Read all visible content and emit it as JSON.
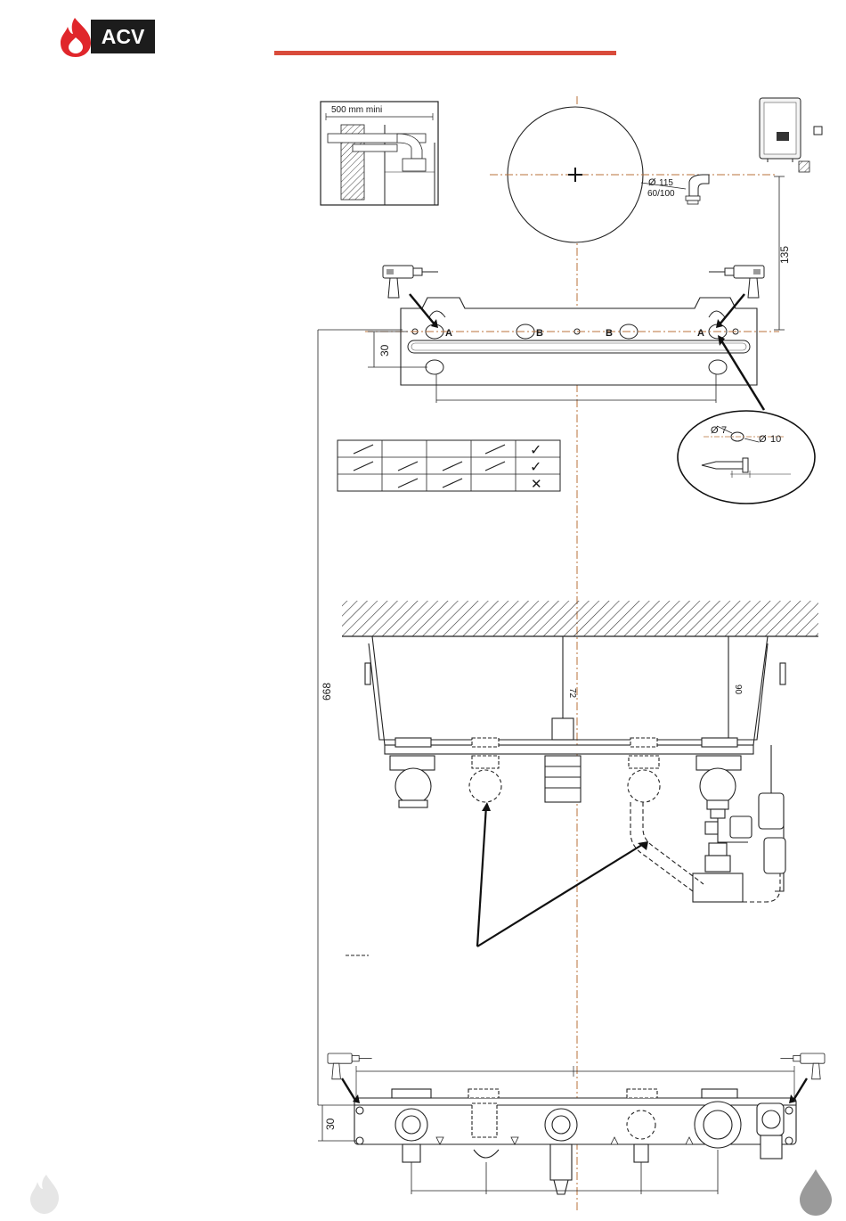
{
  "brand": {
    "name": "ACV",
    "flame_color": "#e0262b",
    "box_color": "#1c1c1c"
  },
  "header_rule_color": "#d94b3b",
  "inset": {
    "clearance_label": "500 mm mini"
  },
  "flue": {
    "diameter_outer": "115",
    "diameter_coax": "60/100",
    "diameter_symbol": "Ø"
  },
  "dimensions": {
    "vertical_135": "135",
    "bracket_offset_30": "30",
    "overall_668": "668",
    "bottom_offset_30": "30",
    "depth_72": "72",
    "depth_90": "90"
  },
  "holes": {
    "label_a": "A",
    "label_b": "B",
    "hole_7": "7",
    "hole_10": "10"
  },
  "fixing_table": {
    "rows": [
      {
        "cells": [
          "screw",
          "",
          "",
          "screw"
        ],
        "result": "✓"
      },
      {
        "cells": [
          "screw",
          "screw",
          "screw",
          "screw"
        ],
        "result": "✓"
      },
      {
        "cells": [
          "",
          "screw",
          "screw",
          ""
        ],
        "result": "✕"
      }
    ]
  },
  "icons": [
    "acv-flame-logo",
    "drill-icon",
    "checkmark-icon",
    "cross-icon",
    "flame-watermark-icon",
    "water-drop-icon"
  ]
}
